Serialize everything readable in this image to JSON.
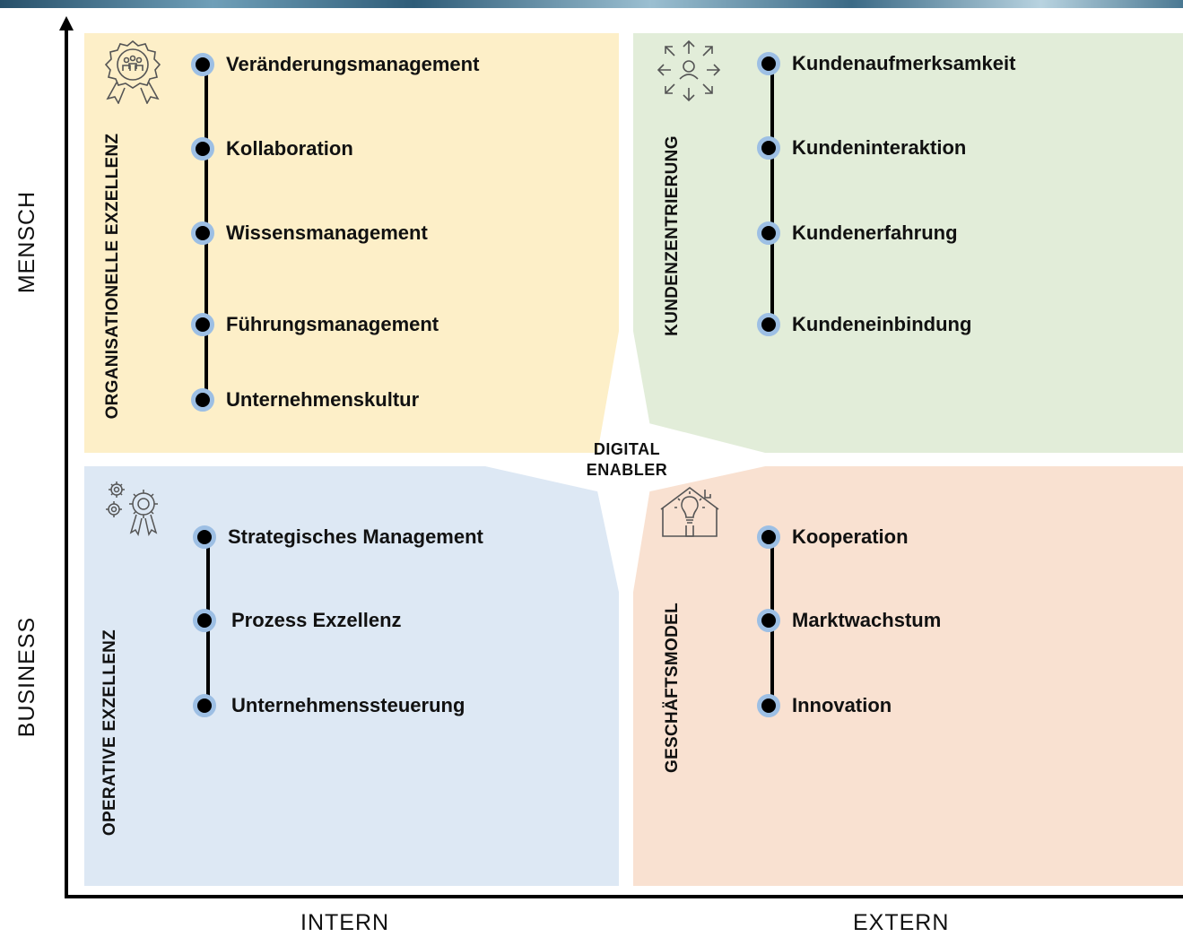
{
  "axes": {
    "y_top": "MENSCH",
    "y_bottom": "BUSINESS",
    "x_left": "INTERN",
    "x_right": "EXTERN"
  },
  "center": {
    "line1": "DIGITAL",
    "line2": "ENABLER"
  },
  "quadrants": {
    "top_left": {
      "title": "ORGANISATIONELLE EXZELLENZ",
      "icon": "award-team-icon",
      "items": [
        "Veränderungsmanagement",
        "Kollaboration",
        "Wissensmanagement",
        "Führungsmanagement",
        "Unternehmenskultur"
      ]
    },
    "top_right": {
      "title": "KUNDENZENTRIERUNG",
      "icon": "customer-focus-icon",
      "items": [
        "Kundenaufmerksamkeit",
        "Kundeninteraktion",
        "Kundenerfahrung",
        "Kundeneinbindung"
      ]
    },
    "bottom_left": {
      "title": "OPERATIVE EXZELLENZ",
      "icon": "gears-award-icon",
      "items": [
        "Strategisches Management",
        "Prozess Exzellenz",
        "Unternehmenssteuerung"
      ]
    },
    "bottom_right": {
      "title": "GESCHÄFTSMODEL",
      "icon": "lightbulb-house-icon",
      "items": [
        "Kooperation",
        "Marktwachstum",
        "Innovation"
      ]
    }
  },
  "colors": {
    "top_left_bg": "#fdefc8",
    "top_right_bg": "#e2edd9",
    "bottom_left_bg": "#dde8f4",
    "bottom_right_bg": "#f9e1d1",
    "dot_ring": "#9dbfe4"
  }
}
